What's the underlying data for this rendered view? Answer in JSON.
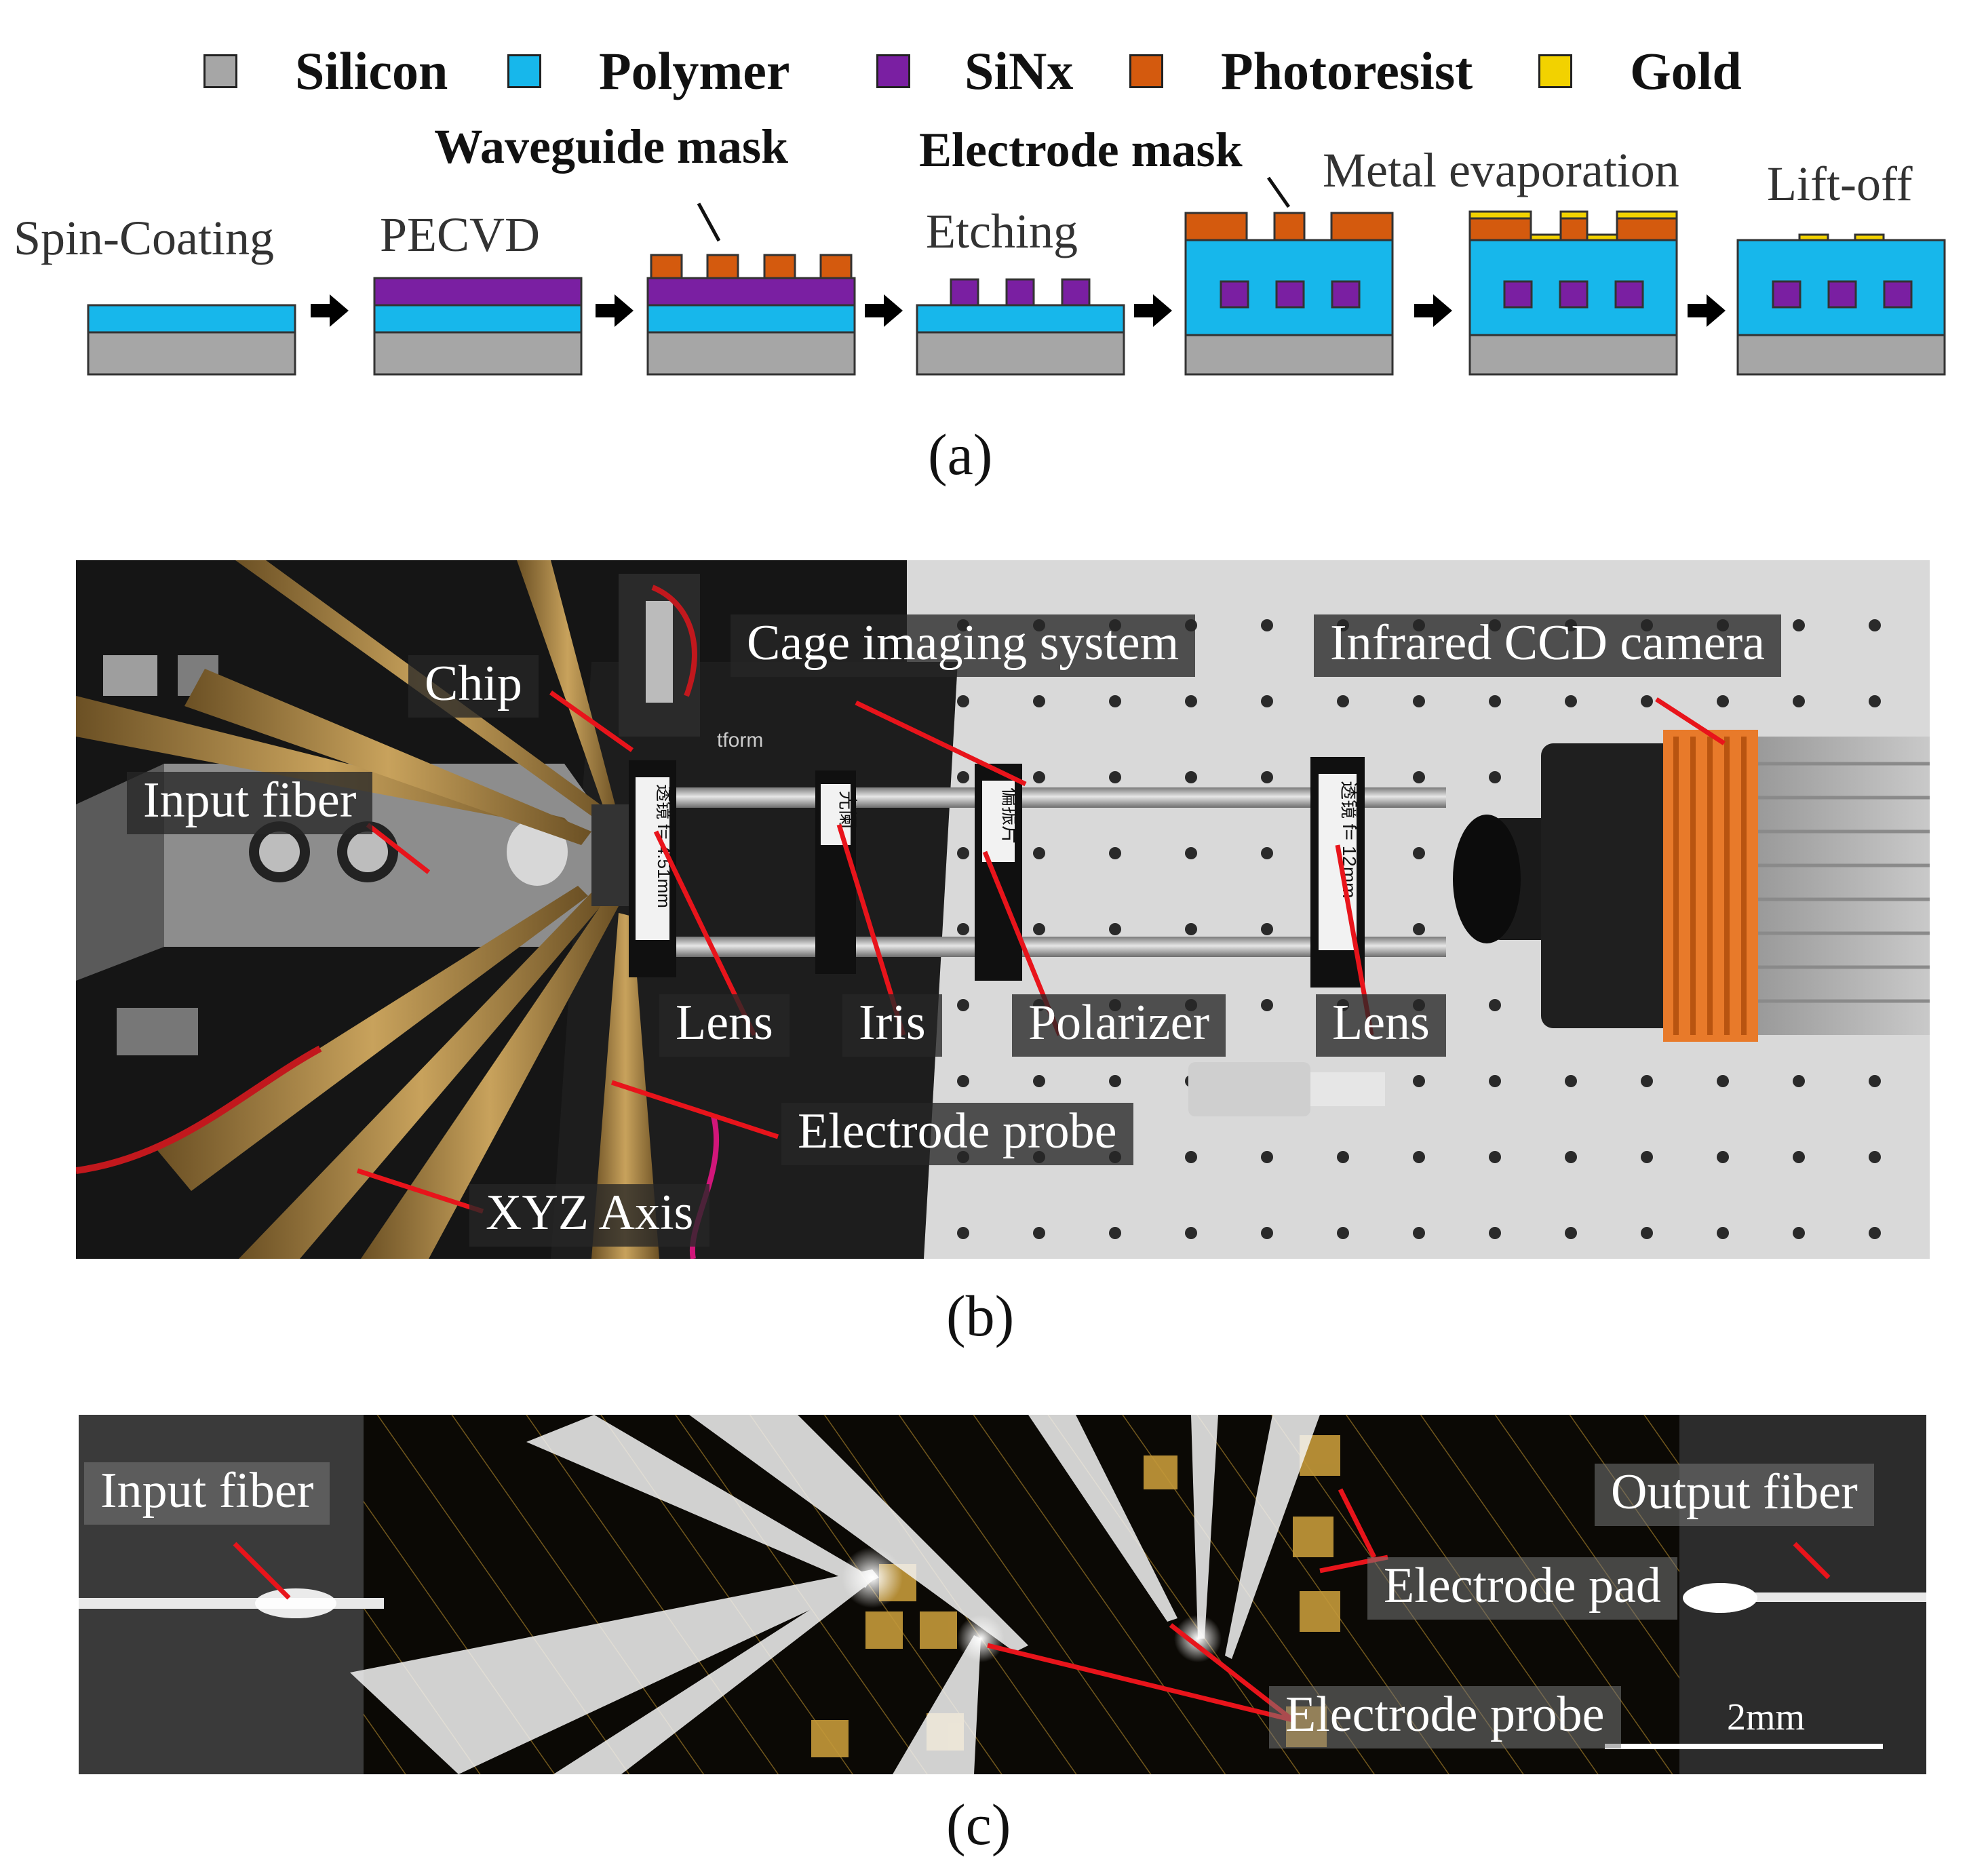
{
  "legend": [
    {
      "label": "Silicon",
      "color": "#a6a6a6"
    },
    {
      "label": "Polymer",
      "color": "#17b7eb"
    },
    {
      "label": "SiNx",
      "color": "#7a1fa2"
    },
    {
      "label": "Photoresist",
      "color": "#d45a0e"
    },
    {
      "label": "Gold",
      "color": "#f2d200"
    }
  ],
  "steps": [
    "Spin-Coating",
    "PECVD",
    "Etching",
    "Metal evaporation",
    "Lift-off"
  ],
  "masks": {
    "waveguide": "Waveguide mask",
    "electrode": "Electrode mask"
  },
  "captions": {
    "a": "(a)",
    "b": "(b)",
    "c": "(c)"
  },
  "panel_b": {
    "callouts": {
      "chip": "Chip",
      "input_fiber": "Input fiber",
      "cage": "Cage imaging system",
      "camera": "Infrared CCD camera",
      "lens1": "Lens",
      "iris": "Iris",
      "polarizer": "Polarizer",
      "lens2": "Lens",
      "electrode_probe": "Electrode probe",
      "xyz": "XYZ Axis"
    },
    "lens_tag_1": "透镜 f= 4.51mm",
    "lens_tag_2": "透镜 f= 12mm",
    "iris_tag": "光阑",
    "polarizer_tag": "偏振片",
    "platform_text": "tform"
  },
  "panel_c": {
    "callouts": {
      "input_fiber": "Input fiber",
      "output_fiber": "Output fiber",
      "electrode_pad": "Electrode pad",
      "electrode_probe": "Electrode probe"
    },
    "scale_label": "2mm"
  },
  "colors": {
    "callout_line": "#e8141b"
  }
}
